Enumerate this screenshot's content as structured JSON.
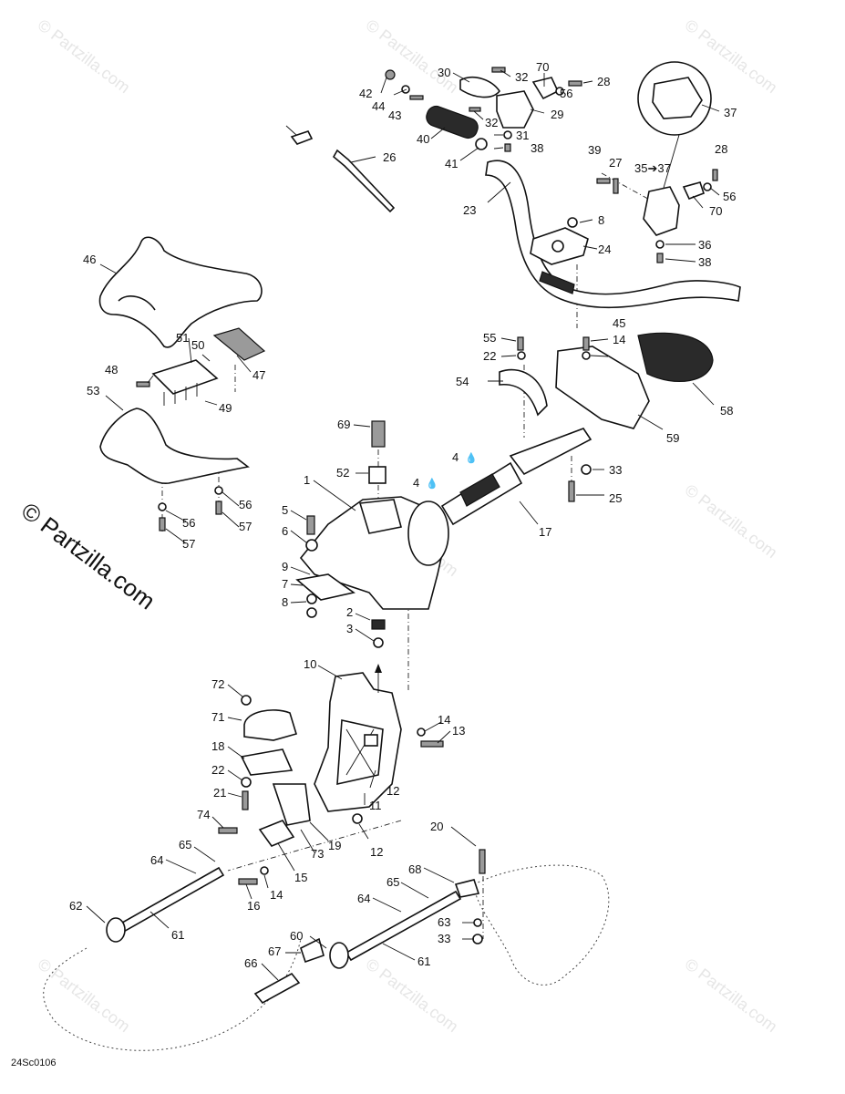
{
  "watermark": "© Partzilla.com",
  "diagram_code": "24Sc0106",
  "callouts": {
    "c1": "1",
    "c2": "2",
    "c3": "3",
    "c4a": "4",
    "c4b": "4",
    "c5": "5",
    "c6": "6",
    "c7": "7",
    "c8a": "8",
    "c8b": "8",
    "c9": "9",
    "c10": "10",
    "c11": "11",
    "c12a": "12",
    "c12b": "12",
    "c13": "13",
    "c14a": "14",
    "c14b": "14",
    "c14c": "14",
    "c15": "15",
    "c16": "16",
    "c17": "17",
    "c18": "18",
    "c19": "19",
    "c20": "20",
    "c21": "21",
    "c22a": "22",
    "c22b": "22",
    "c23": "23",
    "c24": "24",
    "c25": "25",
    "c26": "26",
    "c27": "27",
    "c28a": "28",
    "c28b": "28",
    "c29": "29",
    "c30": "30",
    "c31": "31",
    "c32a": "32",
    "c32b": "32",
    "c33a": "33",
    "c33b": "33",
    "c35": "35➔37",
    "c36": "36",
    "c37": "37",
    "c38a": "38",
    "c38b": "38",
    "c39": "39",
    "c40": "40",
    "c41": "41",
    "c42": "42",
    "c43": "43",
    "c44": "44",
    "c45": "45",
    "c46": "46",
    "c47": "47",
    "c48": "48",
    "c49": "49",
    "c50": "50",
    "c51": "51",
    "c52": "52",
    "c53": "53",
    "c54": "54",
    "c55": "55",
    "c56a": "56",
    "c56b": "56",
    "c56c": "56",
    "c56d": "56",
    "c57a": "57",
    "c57b": "57",
    "c58": "58",
    "c59": "59",
    "c60": "60",
    "c61a": "61",
    "c61b": "61",
    "c62": "62",
    "c63": "63",
    "c64a": "64",
    "c64b": "64",
    "c65a": "65",
    "c65b": "65",
    "c66": "66",
    "c67": "67",
    "c68": "68",
    "c69": "69",
    "c70a": "70",
    "c70b": "70",
    "c71": "71",
    "c72": "72",
    "c73": "73",
    "c74": "74"
  },
  "symbols": {
    "oil_drop": "💧"
  }
}
